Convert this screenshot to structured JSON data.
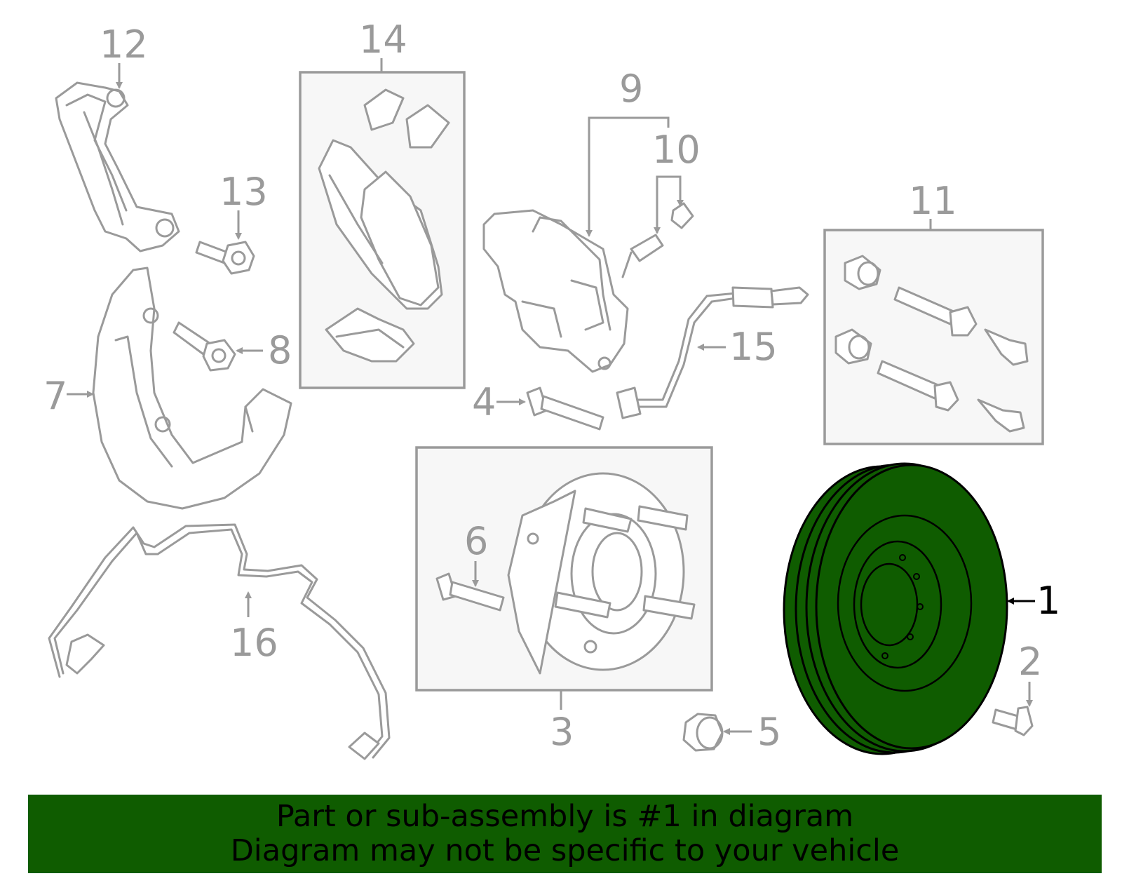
{
  "callouts": {
    "n1": "1",
    "n2": "2",
    "n3": "3",
    "n4": "4",
    "n5": "5",
    "n6": "6",
    "n7": "7",
    "n8": "8",
    "n9": "9",
    "n10": "10",
    "n11": "11",
    "n12": "12",
    "n13": "13",
    "n14": "14",
    "n15": "15",
    "n16": "16"
  },
  "highlight": {
    "part": "1",
    "color": "#0f5c00"
  },
  "banner": {
    "line1": "Part or sub-assembly is #1 in diagram",
    "line2": "Diagram may not be specific to your vehicle",
    "background": "#0f5c00"
  }
}
